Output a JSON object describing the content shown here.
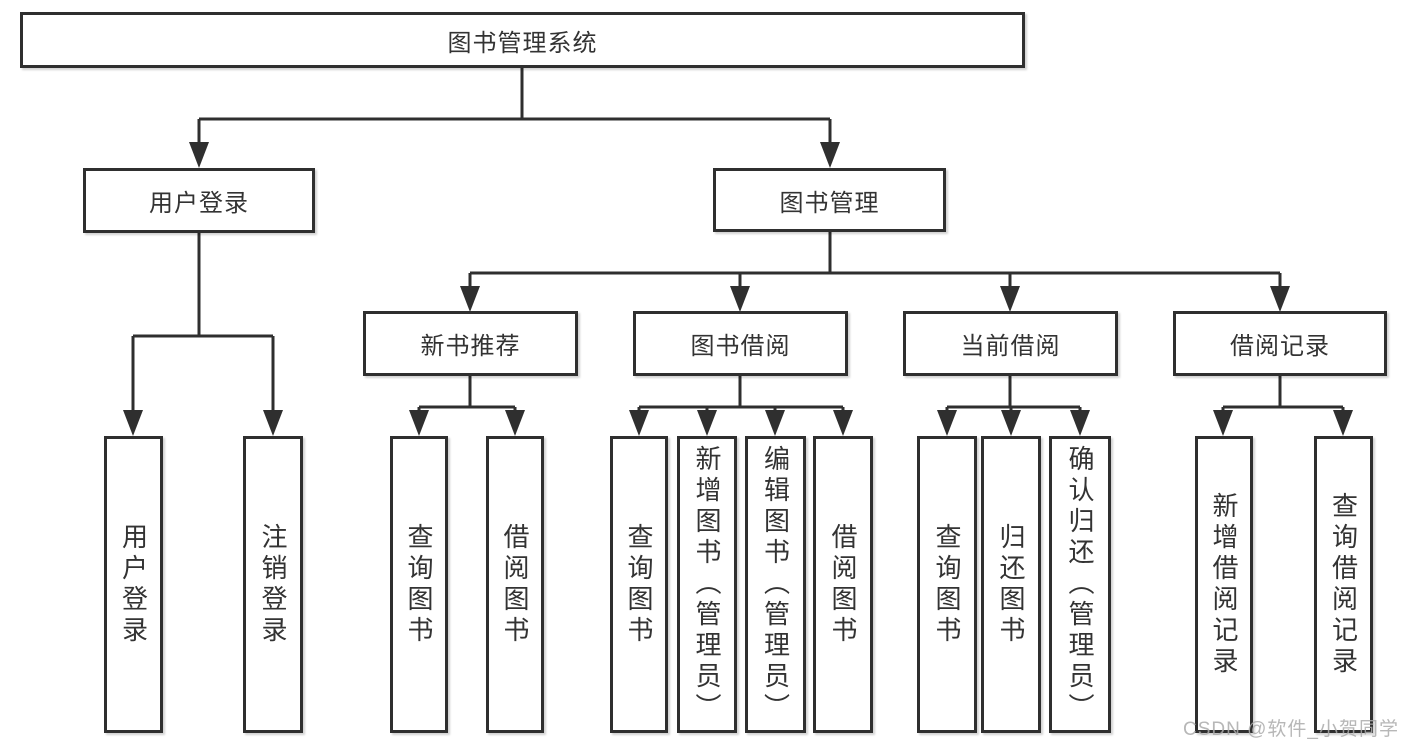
{
  "diagram_type": "hierarchy",
  "tree": {
    "label": "图书管理系统",
    "children": [
      {
        "label": "用户登录",
        "children": [
          {
            "label": "用户登录"
          },
          {
            "label": "注销登录"
          }
        ]
      },
      {
        "label": "图书管理",
        "children": [
          {
            "label": "新书推荐",
            "children": [
              {
                "label": "查询图书"
              },
              {
                "label": "借阅图书"
              }
            ]
          },
          {
            "label": "图书借阅",
            "children": [
              {
                "label": "查询图书"
              },
              {
                "label": "新增图书（管理员）"
              },
              {
                "label": "编辑图书（管理员）"
              },
              {
                "label": "借阅图书"
              }
            ]
          },
          {
            "label": "当前借阅",
            "children": [
              {
                "label": "查询图书"
              },
              {
                "label": "归还图书"
              },
              {
                "label": "确认归还（管理员）"
              }
            ]
          },
          {
            "label": "借阅记录",
            "children": [
              {
                "label": "新增借阅记录"
              },
              {
                "label": "查询借阅记录"
              }
            ]
          }
        ]
      }
    ]
  },
  "watermark": {
    "text": "CSDN @软件_小贺同学"
  },
  "colors": {
    "line": "#2f2f2f",
    "text": "#333333",
    "box_fill": "#ffffff",
    "background": "#ffffff",
    "watermark": "#aaaaaa"
  }
}
